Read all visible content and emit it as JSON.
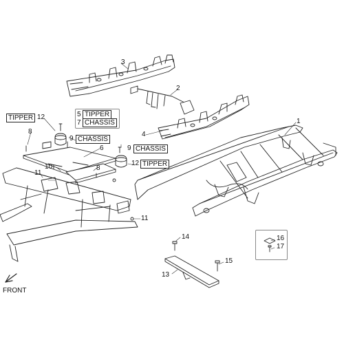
{
  "diagram": {
    "callouts": {
      "n1": "1",
      "n2": "2",
      "n3": "3",
      "n4": "4",
      "n5": "5",
      "n6": "6",
      "n7": "7",
      "n8a": "8",
      "n8b": "8",
      "n9a": "9",
      "n9b": "9",
      "n10": "10",
      "n11a": "11",
      "n11b": "11",
      "n12a": "12",
      "n12b": "12",
      "n13": "13",
      "n14": "14",
      "n15": "15",
      "n16": "16",
      "n17": "17"
    },
    "variants": {
      "tipper_a": "TIPPER",
      "tipper_b": "TIPPER",
      "tipper_c": "TIPPER",
      "chassis_a": "CHASSIS",
      "chassis_b": "CHASSIS",
      "chassis_c": "CHASSIS"
    },
    "front_label": "FRONT"
  }
}
